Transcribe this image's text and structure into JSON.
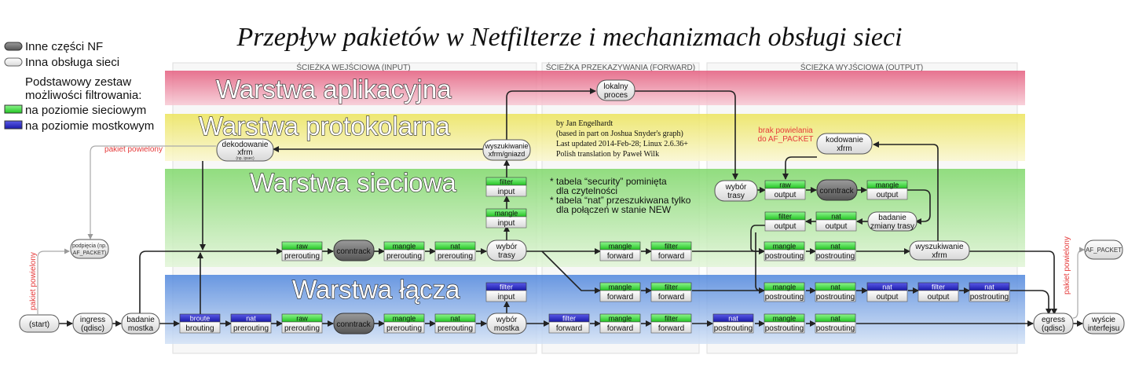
{
  "title": "Przepływ pakietów w Netfilterze i mechanizmach obsługi sieci",
  "legend": {
    "other_nf": "Inne części NF",
    "other_net": "Inna obsługa sieci",
    "basic_set_1": "Podstawowy zestaw",
    "basic_set_2": "możliwości filtrowania:",
    "net_level": "na poziomie sieciowym",
    "bridge_level": "na poziomie mostkowym"
  },
  "columns": {
    "input": "ŚCIEŻKA WEJŚCIOWA (INPUT)",
    "forward": "ŚCIEŻKA PRZEKAZYWANIA (FORWARD)",
    "output": "ŚCIEŻKA WYJŚCIOWA (OUTPUT)"
  },
  "layers": {
    "app": "Warstwa aplikacyjna",
    "proto": "Warstwa protokolarna",
    "net": "Warstwa sieciowa",
    "link": "Warstwa łącza"
  },
  "credits": {
    "l1": "by Jan Engelhardt",
    "l2": "(based in part on Joshua Snyder's graph)",
    "l3": "Last updated 2014-Feb-28; Linux 2.6.36+",
    "l4": "Polish translation by Paweł Wilk"
  },
  "notes": {
    "n1a": "* tabela “security” pominięta",
    "n1b": "dla czytelności",
    "n2a": "* tabela “nat” przeszukiwana tylko",
    "n2b": "dla połączeń w stanie NEW",
    "no_copy_1": "brak powielania",
    "no_copy_2": "do AF_PACKET",
    "pkt_copy": "pakiet powielony"
  },
  "nodes": {
    "local_proc_1": "lokalny",
    "local_proc_2": "proces",
    "xfrm_decode_1": "dekodowanie",
    "xfrm_decode_2": "xfrm",
    "xfrm_decode_3": "(np. ipsec)",
    "xfrm_lookup_1": "wyszukiwanie",
    "xfrm_lookup_2": "xfrm/gniazd",
    "xfrm_encode_1": "kodowanie",
    "xfrm_encode_2": "xfrm",
    "route_1": "wybór",
    "route_2": "trasy",
    "reroute_1": "badanie",
    "reroute_2": "zmiany trasy",
    "xfrm_lookup_out_1": "wyszukiwanie",
    "xfrm_lookup_out_2": "xfrm",
    "tap_in_1": "podpięcia (np.",
    "tap_in_2": "AF_PACKET)",
    "tap_out": "AF_PACKET",
    "start": "(start)",
    "ingress_1": "ingress",
    "ingress_2": "(qdisc)",
    "bridge_check_1": "badanie",
    "bridge_check_2": "mostka",
    "bridge_decision_1": "wybór",
    "bridge_decision_2": "mostka",
    "egress_1": "egress",
    "egress_2": "(qdisc)",
    "iface_out_1": "wyście",
    "iface_out_2": "interfejsu",
    "conntrack": "conntrack"
  },
  "tables": {
    "raw": "raw",
    "mangle": "mangle",
    "nat": "nat",
    "filter": "filter",
    "broute": "broute"
  },
  "chains": {
    "prerouting": "prerouting",
    "input": "input",
    "forward": "forward",
    "output": "output",
    "postrouting": "postrouting",
    "brouting": "brouting"
  },
  "colors": {
    "app_band": "#f2a3b3",
    "proto_band": "#f5f0a8",
    "net_band": "#bfe8a8",
    "link_band": "#9fbde8",
    "green_tag": "#3ee43e",
    "blue_tag": "#2a2ad0"
  }
}
